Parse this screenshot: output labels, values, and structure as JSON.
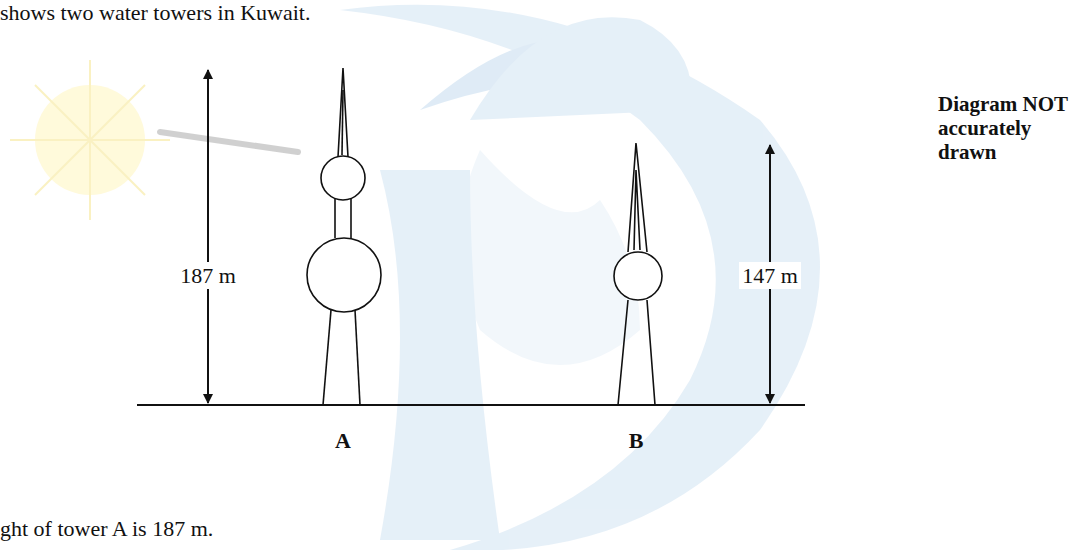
{
  "diagram": {
    "labels": [
      "shows two water towers in Kuwait.",
      "187 m",
      "147 m",
      "Diagram NOT accurately drawn",
      "A",
      "B",
      "ght of tower A is 187 m."
    ]
  }
}
